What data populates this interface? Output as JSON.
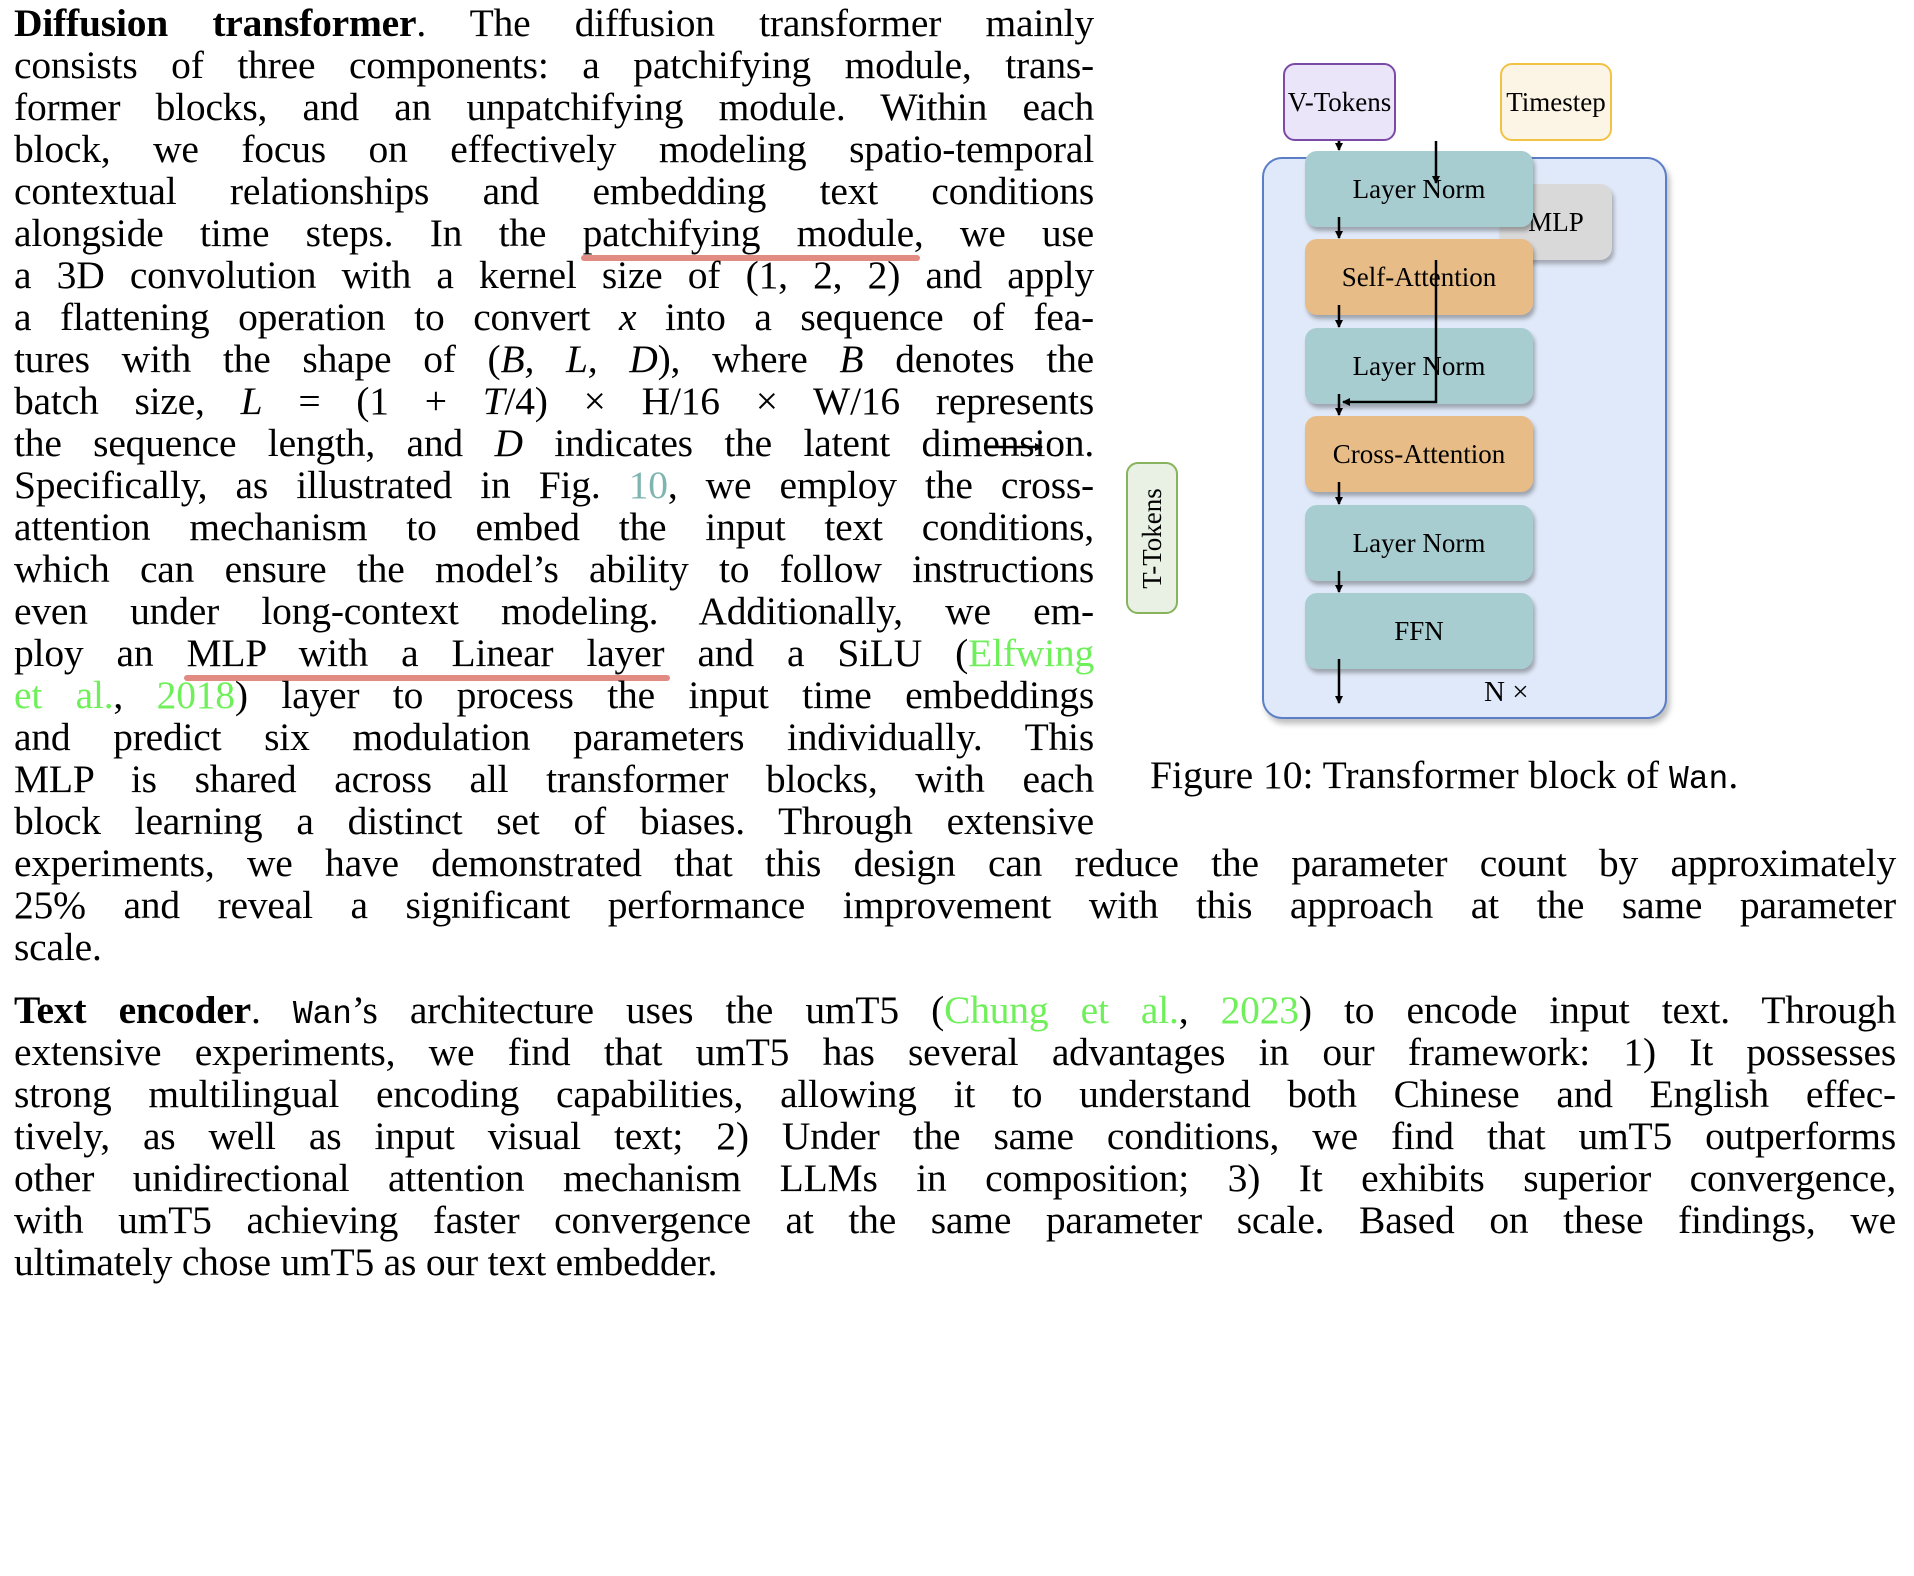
{
  "paragraph1": {
    "heading": "Diffusion transformer",
    "lines": [
      {
        "pre": "",
        "post": ". The diffusion transformer mainly"
      },
      "consists of three components: a patchifying module, trans-",
      "former blocks, and an unpatchifying module. Within each",
      "block, we focus on effectively modeling spatio-temporal",
      "contextual relationships and embedding text conditions",
      {
        "pre": "alongside time steps. In the ",
        "hl": "patchifying module",
        "post": ", we use"
      },
      "a 3D convolution with a kernel size of (1, 2, 2) and apply",
      {
        "pre": "a flattening operation to convert ",
        "math": "x",
        "post": " into a sequence of fea-"
      },
      {
        "pre": "tures with the shape of (",
        "math": "B, L, D",
        "mid": "), where ",
        "math2": "B",
        "post": " denotes the"
      },
      {
        "pre": "batch size, ",
        "math": "L",
        "mid": " = (1 + ",
        "math2": "T",
        "post": "/4) × H/16 × W/16 represents"
      },
      {
        "pre": "the sequence length, and ",
        "math": "D",
        "post": " indicates the latent dimension."
      },
      {
        "pre": "Specifically, as illustrated in Fig. ",
        "ref": "10",
        "post": ", we employ the cross-"
      },
      "attention mechanism to embed the input text conditions,",
      "which can ensure the model’s ability to follow instructions",
      "even under long-context modeling. Additionally, we em-",
      {
        "pre": "ploy an ",
        "hl": "MLP with a Linear layer",
        "post": " and a SiLU (",
        "cite": "Elfwing"
      },
      {
        "cite": "et al.",
        "mid": ", ",
        "cite2": "2018",
        "post": ") layer to process the input time embeddings"
      },
      "and predict six modulation parameters individually. This",
      "MLP is shared across all transformer blocks, with each",
      "block learning a distinct set of biases. Through extensive",
      "experiments, we have demonstrated that this design can reduce the parameter count by approximately",
      "25% and reveal a significant performance improvement with this approach at the same parameter",
      "scale."
    ]
  },
  "paragraph2": {
    "heading": "Text encoder",
    "mono_name": "Wan",
    "line1_a": "’s architecture uses the umT5 (",
    "cite_author": "Chung et al.",
    "cite_sep": ", ",
    "cite_year": "2023",
    "line1_b": ") to encode input text. Through",
    "lines": [
      "extensive experiments, we find that umT5 has several advantages in our framework: 1) It possesses",
      "strong multilingual encoding capabilities, allowing it to understand both Chinese and English effec-",
      "tively, as well as input visual text; 2) Under the same conditions, we find that umT5 outperforms",
      "other unidirectional attention mechanism LLMs in composition; 3) It exhibits superior convergence,",
      "with umT5 achieving faster convergence at the same parameter scale. Based on these findings, we",
      "ultimately chose umT5 as our text embedder."
    ]
  },
  "figure": {
    "inputs": {
      "v_tokens": "V-Tokens",
      "timestep": "Timestep",
      "t_tokens": "T-Tokens"
    },
    "mlp": "MLP",
    "blocks": [
      "Layer Norm",
      "Self-Attention",
      "Layer Norm",
      "Cross-Attention",
      "Layer Norm",
      "FFN"
    ],
    "repeat_label": "N ×",
    "caption_pre": "Figure 10: Transformer block of ",
    "caption_mono": "Wan",
    "caption_post": ".",
    "colors": {
      "outer_fill": "#e0e9f9",
      "outer_border": "#5b7ec6",
      "norm": "#a8cdd1",
      "attention": "#e8bc86",
      "mlp": "#d9d9d9",
      "v_tokens_border": "#7b4aa6",
      "timestep_border": "#f2c244",
      "t_tokens_border": "#86b35c"
    }
  },
  "colors": {
    "citation": "#6ff05a",
    "figure_ref": "#7fb5b0",
    "highlight_underline": "#e0857c"
  }
}
